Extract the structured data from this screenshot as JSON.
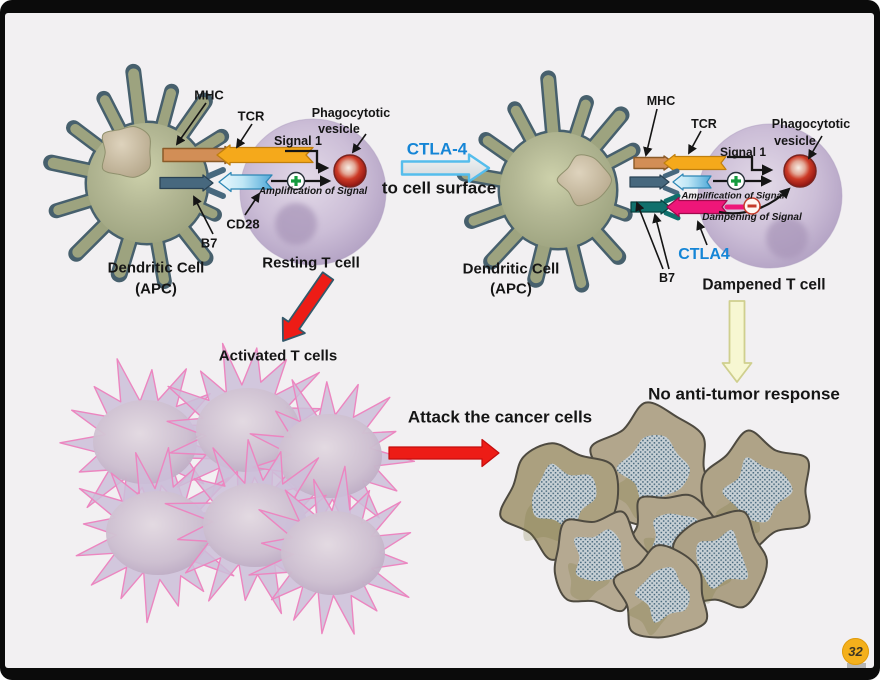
{
  "slide": {
    "number": "32"
  },
  "left_panel": {
    "mhc": "MHC",
    "tcr": "TCR",
    "b7": "B7",
    "cd28": "CD28",
    "signal1": "Signal 1",
    "amplification": "Amplification of Signal",
    "vesicle_line1": "Phagocytotic",
    "vesicle_line2": "vesicle",
    "dendritic_line1": "Dendritic Cell",
    "dendritic_line2": "(APC)",
    "tcell": "Resting T cell"
  },
  "center": {
    "ctla4": "CTLA-4",
    "to_surface": "to cell surface"
  },
  "right_panel": {
    "mhc": "MHC",
    "tcr": "TCR",
    "b7": "B7",
    "ctla4_receptor": "CTLA4",
    "signal1": "Signal 1",
    "amplification": "Amplification of Signal",
    "dampening": "Dampening of Signal",
    "vesicle_line1": "Phagocytotic",
    "vesicle_line2": "vesicle",
    "dendritic_line1": "Dendritic Cell",
    "dendritic_line2": "(APC)",
    "tcell": "Dampened T cell"
  },
  "bottom": {
    "activated": "Activated T cells",
    "attack": "Attack the cancer cells",
    "no_response": "No anti-tumor response"
  },
  "colors": {
    "accent_blue": "#1585d6",
    "arrow_red": "#ed1c16",
    "arrow_yellow": "#f7f7d2",
    "dendritic_green": "#9da37f",
    "tcell_purple": "#cbbdd6",
    "ctla4_pink": "#ee1679",
    "b7_teal": "#10706c",
    "b7_slate": "#47687e",
    "cd28_blue": "#4fa8d8",
    "mhc_orange": "#d28e56",
    "tcr_yellow": "#f5a91b",
    "vesicle_red": "#8e1412",
    "amplification_green": "#149a3e",
    "dampening_red": "#c43b2a",
    "badge_yellow": "#f4b01c",
    "background": "#f2f0f2"
  }
}
